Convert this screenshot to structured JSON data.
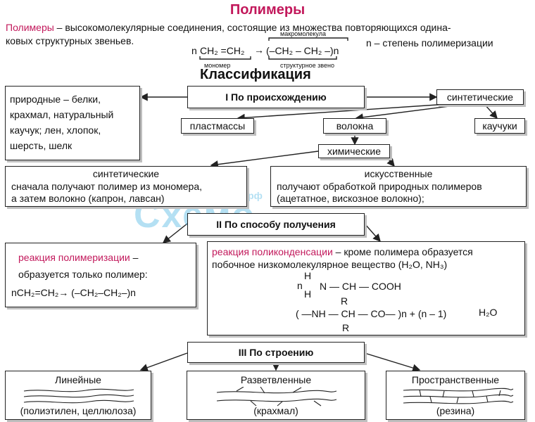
{
  "title": "Полимеры",
  "definition": {
    "term": "Полимеры",
    "line1": " – высокомолекулярные соединения, состоящие из множества повторяющихся одина-",
    "line2": "ковых структурных звеньев."
  },
  "equation": {
    "n": "n",
    "monomer": "CH₂ =CH₂",
    "arrow": "→",
    "macro_label": "макромолекула",
    "unit": "(–CH₂ – CH₂ –)n",
    "monomer_label": "мономер",
    "unit_label": "структурное звено",
    "degree": "n – степень полимеризации"
  },
  "classification_title": "Классификация",
  "origin": {
    "header": "I По происхождению",
    "natural": [
      "природные  –  белки,",
      "крахмал, натуральный",
      "каучук;  лен,  хлопок,",
      "шерсть, шелк"
    ],
    "synthetic": "синтетические",
    "plastics": "пластмассы",
    "fibers": "волокна",
    "rubbers": "каучуки",
    "chemical": "химические",
    "synthetic_fibers": {
      "title": "синтетические",
      "line1": "сначала получают полимер из мономера,",
      "line2": "а затем  волокно (капрон, лавсан)"
    },
    "artificial_fibers": {
      "title": "искусственные",
      "line1": "получают обработкой природных полимеров",
      "line2": "(ацетатное, вискозное волокно);"
    }
  },
  "method": {
    "header": "II По способу получения",
    "polymerization": {
      "title": "реакция полимеризации",
      "dash": " –",
      "line1": "образуется только полимер:",
      "line2": "nCH₂=CH₂→ (–CH₂–CH₂–)n"
    },
    "polycondensation": {
      "title": "реакция поликонденсации",
      "line1": " – кроме полимера образуется",
      "line2": "побочное низкомолекулярное вещество (H₂O, NH₃)",
      "f_h_top": "H",
      "f_n": "n",
      "f_h": "H",
      "f_main": "N  —  CH  — COOH",
      "f_r1": "R",
      "f_prod": "(  —NH — CH — CO—  )n + (n – 1)",
      "f_r2": "R",
      "f_water": "H₂O"
    }
  },
  "structure": {
    "header": "III По строению",
    "linear": {
      "title": "Линейные",
      "example": "(полиэтилен, целлюлоза)"
    },
    "branched": {
      "title": "Разветвленные",
      "example": "(крахмал)"
    },
    "spatial": {
      "title": "Пространственные",
      "example": "(резина)"
    }
  },
  "watermark": "Схемо",
  "watermark_url": "http://схемо.рф"
}
